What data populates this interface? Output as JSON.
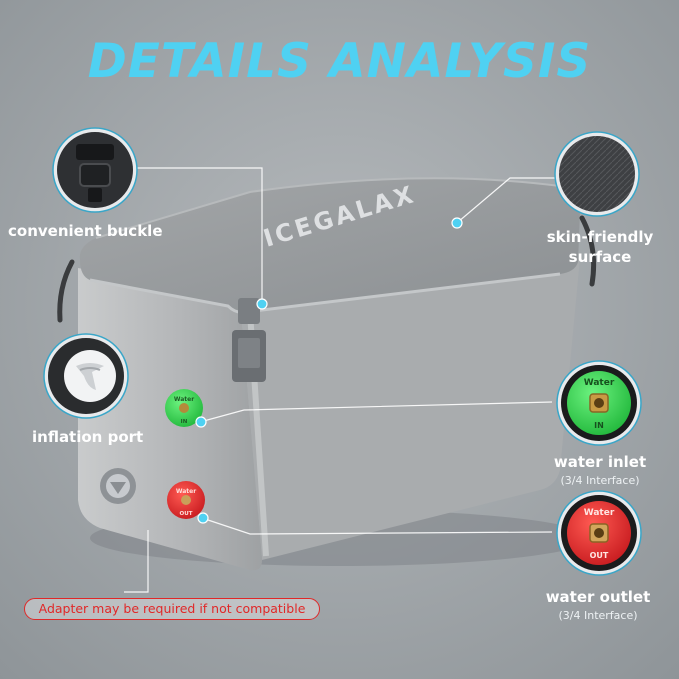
{
  "title": "DETAILS ANALYSIS",
  "brand": "ICEGALAX",
  "callouts": {
    "buckle": "convenient buckle",
    "surface_line1": "skin-friendly",
    "surface_line2": "surface",
    "inflation": "inflation port",
    "inlet": "water inlet",
    "inlet_sub": "(3/4 Interface)",
    "outlet": "water outlet",
    "outlet_sub": "(3/4 Interface)"
  },
  "valves": {
    "in_word": "Water",
    "in_tag": "IN",
    "out_word": "Water",
    "out_tag": "OUT"
  },
  "warning": "Adapter may be required if not compatible",
  "colors": {
    "accent": "#4fd1f2",
    "inlet_green": "#2ed84a",
    "outlet_red": "#e8262a",
    "warning_red": "#e02828"
  }
}
